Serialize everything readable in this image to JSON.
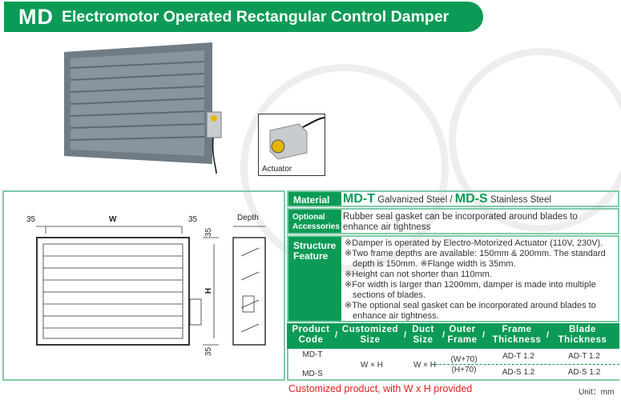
{
  "header": {
    "code": "MD",
    "title": "Electromotor Operated Rectangular Control Damper"
  },
  "actuator_label": "Actuator",
  "drawing": {
    "flange_left": "35",
    "width": "W",
    "flange_right": "35",
    "depth": "Depth",
    "flange_top": "35",
    "height": "H",
    "flange_bottom": "35"
  },
  "material": {
    "label": "Material",
    "t_code": "MD-T",
    "t_text": "Galvanized Steel /",
    "s_code": "MD-S",
    "s_text": "Stainless Steel"
  },
  "accessories": {
    "label1": "Optional",
    "label2": "Accessories",
    "text": "Rubber seal gasket can be incorporated around blades to enhance air tightness"
  },
  "structure": {
    "label1": "Structure",
    "label2": "Feature",
    "items": [
      "※Damper is operated by Electro-Motorized Actuator (110V, 230V).",
      "※Two frame depths are available: 150mm & 200mm. The standard depth is 150mm.   ※Flange width is 35mm.",
      "※Height can not shorter than 110mm.",
      "※For width is larger than 1200mm, damper is made into multiple sections of blades.",
      "※The optional seal gasket can be incorporated around blades to enhance air tightness."
    ]
  },
  "spec_table": {
    "headers": [
      [
        "Product",
        "Code"
      ],
      [
        "Customized",
        "Size"
      ],
      [
        "Duct",
        "Size"
      ],
      [
        "Outer",
        "Frame"
      ],
      [
        "Frame",
        "Thickness"
      ],
      [
        "Blade",
        "Thickness"
      ]
    ],
    "code_t": "MD-T",
    "code_s": "MD-S",
    "custom_size": "W × H",
    "duct_size": "W × H",
    "outer_w": "(W+70)",
    "outer_h": "(H+70)",
    "frame_t": "AD-T 1.2",
    "frame_s": "AD-S 1.2",
    "blade_t": "AD-T 1.2",
    "blade_s": "AD-S 1.2"
  },
  "footer": {
    "note": "Customized product, with W x H provided",
    "unit": "Unit：mm"
  },
  "colors": {
    "brand": "#0b9b56",
    "note": "#e02020"
  }
}
